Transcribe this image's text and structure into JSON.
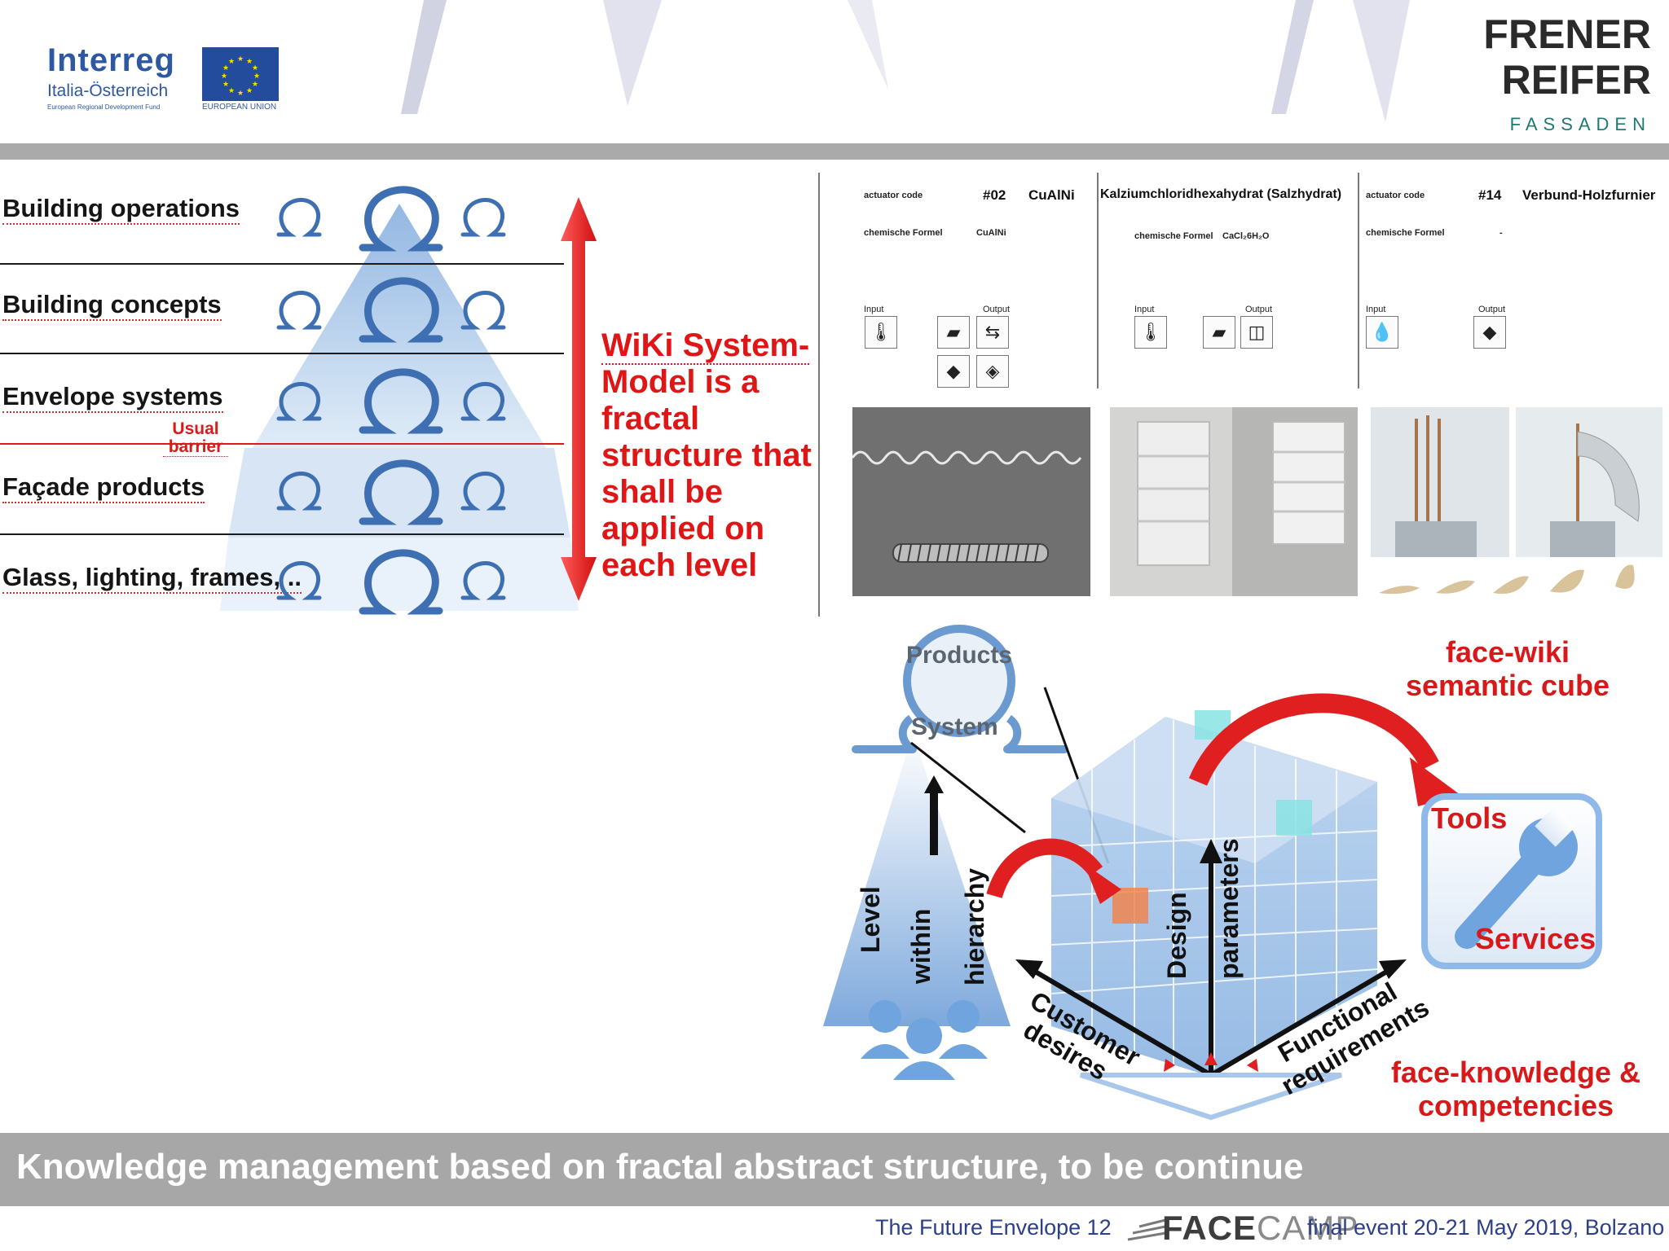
{
  "header": {
    "interreg_title": "Interreg",
    "interreg_subtitle": "Italia-Österreich",
    "interreg_fund": "European Regional Development Fund",
    "eu_label": "EUROPEAN UNION",
    "company_line1": "FRENER",
    "company_line2": "REIFER",
    "company_line3": "FASSADEN"
  },
  "pyramid": {
    "levels": [
      {
        "label": "Building operations"
      },
      {
        "label": "Building concepts"
      },
      {
        "label": "Envelope systems"
      },
      {
        "label": "Façade products"
      },
      {
        "label": "Glass, lighting, frames, .."
      }
    ],
    "barrier_line1": "Usual",
    "barrier_line2": "barrier"
  },
  "wiki_statement": [
    "WiKi System-",
    "Model is a",
    "fractal",
    "structure that",
    "shall be",
    "applied on",
    "each level"
  ],
  "actuators": [
    {
      "code_label": "actuator code",
      "number": "#02",
      "name": "CuAlNi",
      "formula_label": "chemische Formel",
      "formula": "CuAlNi",
      "input_label": "Input",
      "output_label": "Output"
    },
    {
      "title": "Kalziumchloridhexahydrat (Salzhydrat)",
      "formula_label": "chemische Formel",
      "formula": "CaCl₂6H₂O",
      "input_label": "Input",
      "output_label": "Output"
    },
    {
      "code_label": "actuator code",
      "number": "#14",
      "name": "Verbund-Holzfurnier",
      "formula_label": "chemische Formel",
      "formula": "-",
      "input_label": "Input",
      "output_label": "Output"
    }
  ],
  "cube_diagram": {
    "bubble_top": "Products",
    "bubble_bottom": "System",
    "hierarchy_words": [
      "Level",
      "within",
      "hierarchy"
    ],
    "axis_design": [
      "Design",
      "parameters"
    ],
    "axis_left": [
      "Customer",
      "desires"
    ],
    "axis_right": [
      "Functional",
      "requirements"
    ],
    "semantic_cube_title": [
      "face-wiki",
      "semantic cube"
    ],
    "tools_label": "Tools",
    "services_label": "Services",
    "knowledge_label": [
      "face-knowledge &",
      "competencies"
    ]
  },
  "footer": {
    "slide_title": "Knowledge management based on fractal abstract structure, to be continue",
    "event_name": "The Future Envelope 12",
    "facecamp_bold": "FACE",
    "facecamp_light": "CAMP",
    "event_details": "final event 20-21 May 2019, Bolzano"
  },
  "colors": {
    "accent_red": "#e01616",
    "omega_blue": "#3d6fb2",
    "pyramid_blue": "#8ab5e3",
    "title_bar_gray": "#a6a7a6",
    "interreg_blue": "#2f58a3",
    "fassaden_teal": "#1b7a72"
  }
}
